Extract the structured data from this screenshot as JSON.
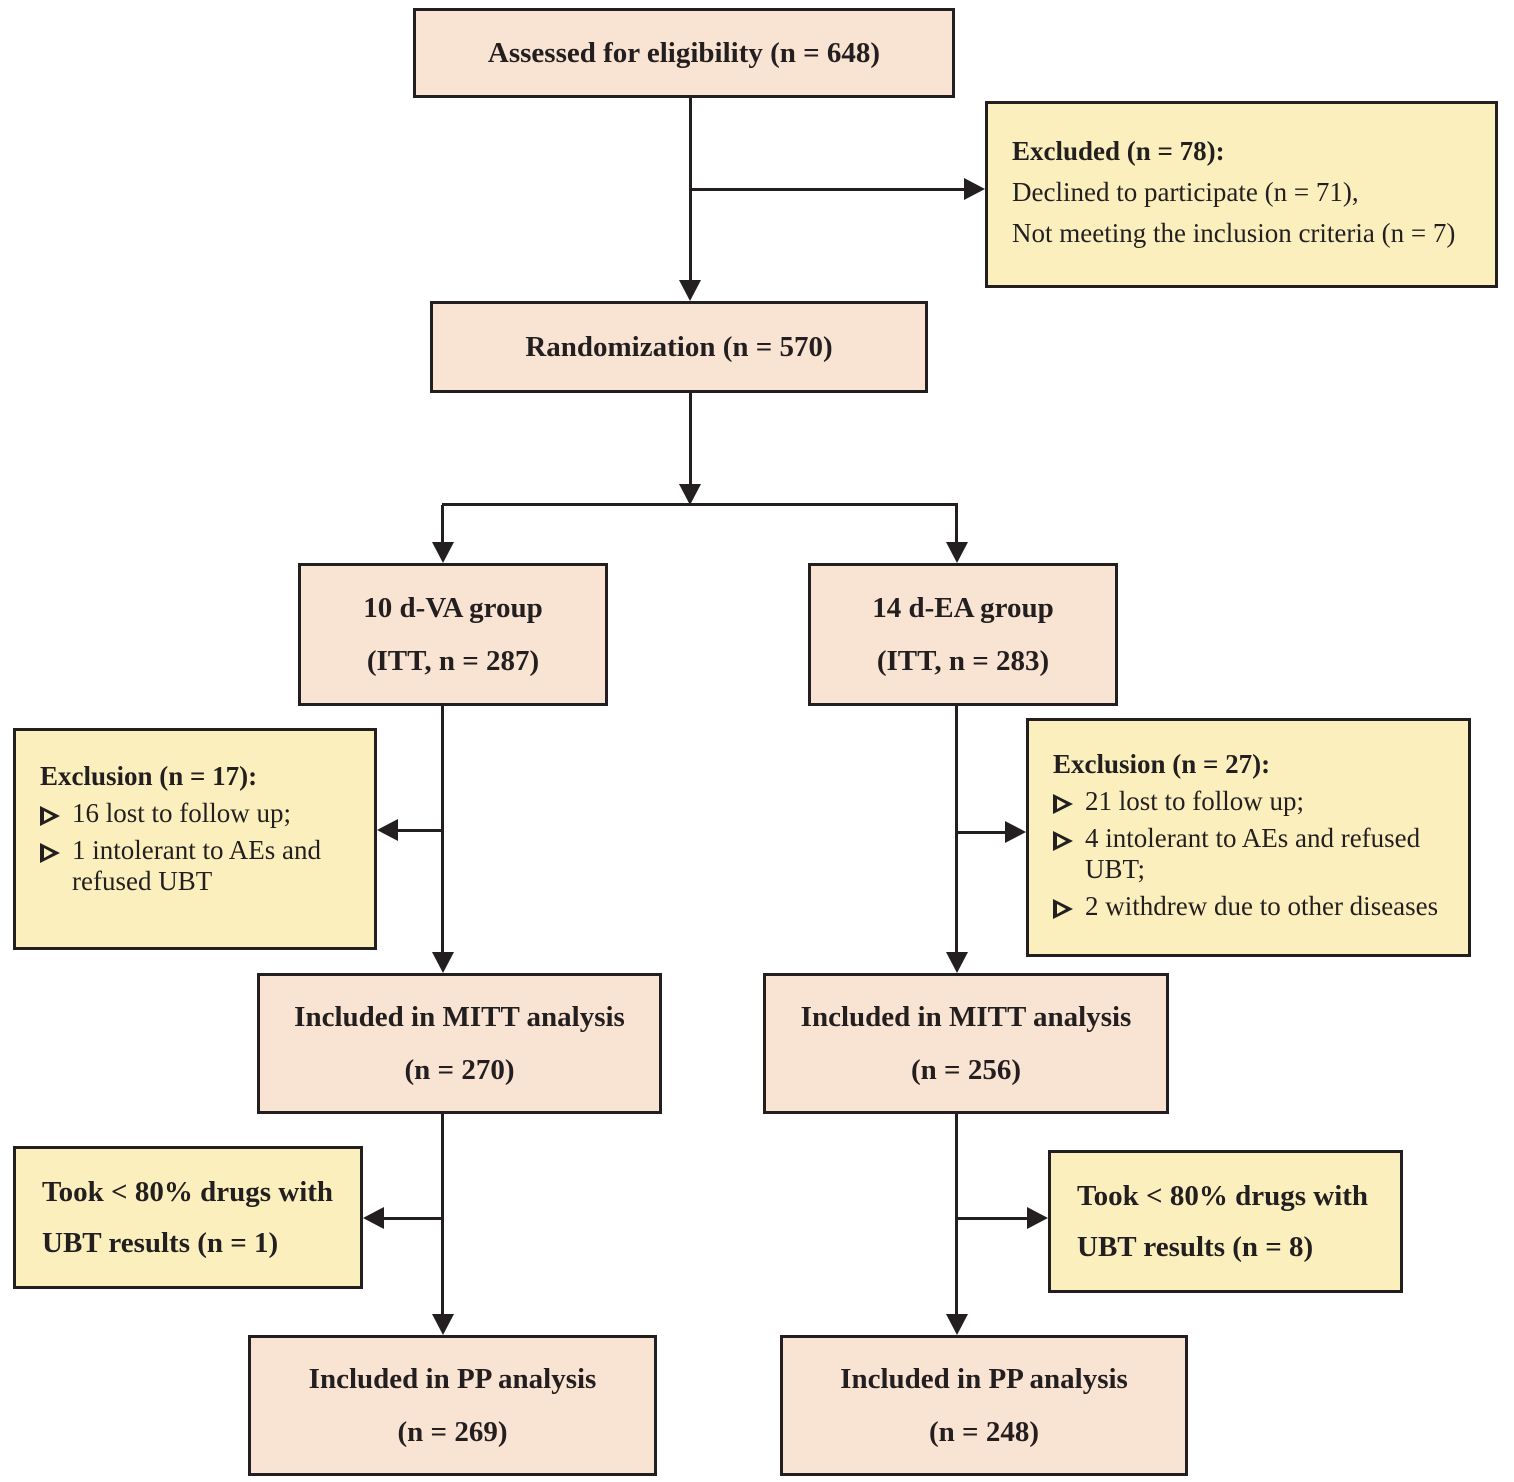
{
  "flowchart": {
    "colors": {
      "process_fill": "#f9e3d2",
      "side_fill": "#fbf0bd",
      "line": "#231f20"
    },
    "nodes": {
      "assessed": {
        "label": "Assessed for eligibility (n = 648)"
      },
      "excluded": {
        "title": "Excluded (n = 78):",
        "lines": [
          "Declined to participate (n = 71),",
          "Not meeting the inclusion criteria (n = 7)"
        ]
      },
      "randomization": {
        "label": "Randomization (n = 570)"
      },
      "group_va": {
        "line1": "10 d-VA group",
        "line2": "(ITT, n = 287)"
      },
      "group_ea": {
        "line1": "14 d-EA group",
        "line2": "(ITT, n = 283)"
      },
      "exclusion_va": {
        "title": "Exclusion (n = 17):",
        "bullets": [
          "16 lost to follow up;",
          "1 intolerant to AEs and refused UBT"
        ]
      },
      "exclusion_ea": {
        "title": "Exclusion (n = 27):",
        "bullets": [
          "21 lost to follow up;",
          "4 intolerant to AEs and refused UBT;",
          "2 withdrew due to other diseases"
        ]
      },
      "mitt_va": {
        "line1": "Included in MITT analysis",
        "line2": "(n = 270)"
      },
      "mitt_ea": {
        "line1": "Included in MITT analysis",
        "line2": "(n = 256)"
      },
      "took_va": {
        "line1": "Took < 80% drugs with",
        "line2": "UBT results (n = 1)"
      },
      "took_ea": {
        "line1": "Took < 80% drugs with",
        "line2": "UBT results (n = 8)"
      },
      "pp_va": {
        "line1": "Included in PP analysis",
        "line2": "(n = 269)"
      },
      "pp_ea": {
        "line1": "Included in PP analysis",
        "line2": "(n = 248)"
      }
    }
  }
}
